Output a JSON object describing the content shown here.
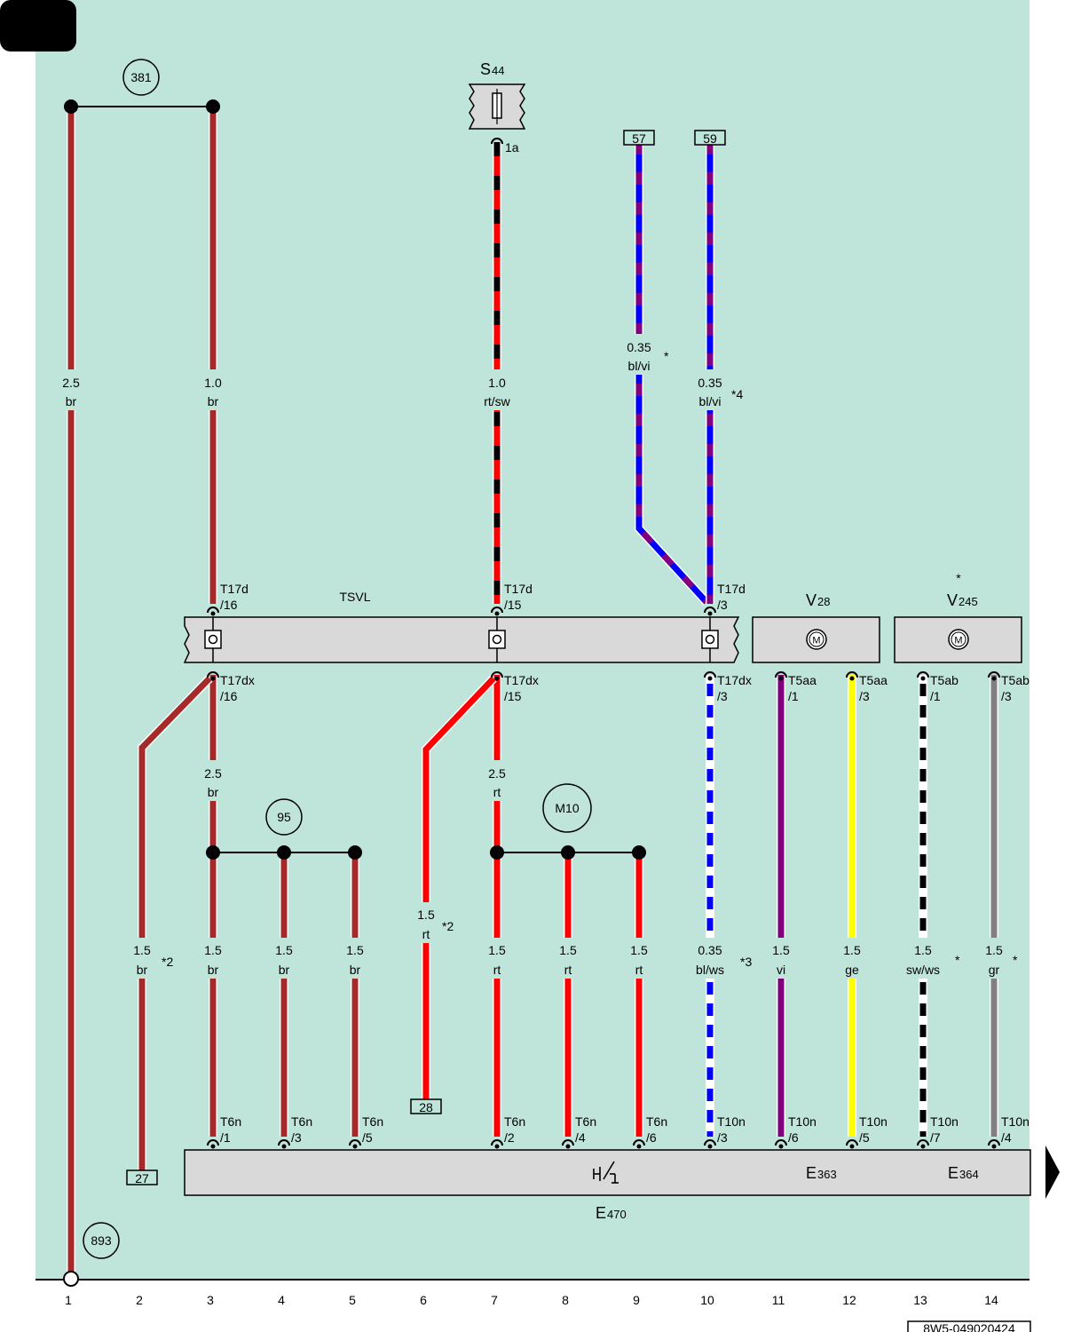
{
  "doc_id": "8W5-049020424",
  "column_numbers": [
    "1",
    "2",
    "3",
    "4",
    "5",
    "6",
    "7",
    "8",
    "9",
    "10",
    "11",
    "12",
    "13",
    "14"
  ],
  "connection_refs": {
    "c381": "381",
    "c95": "95",
    "m10": "M10",
    "c893": "893"
  },
  "components": {
    "s44": {
      "main": "S",
      "sub": "44"
    },
    "tsvl": "TSVL",
    "v28": {
      "main": "V",
      "sub": "28",
      "star": ""
    },
    "v245": {
      "main": "V",
      "sub": "245",
      "star": "*"
    },
    "e363": {
      "main": "E",
      "sub": "363"
    },
    "e364": {
      "main": "E",
      "sub": "364"
    },
    "e470": {
      "main": "E",
      "sub": "470"
    }
  },
  "pin_labels": {
    "s44_1a": "1a",
    "t17d_16": [
      "T17d",
      "/16"
    ],
    "t17d_15": [
      "T17d",
      "/15"
    ],
    "t17d_3": [
      "T17d",
      "/3"
    ],
    "t17dx_16": [
      "T17dx",
      "/16"
    ],
    "t17dx_15": [
      "T17dx",
      "/15"
    ],
    "t17dx_3": [
      "T17dx",
      "/3"
    ],
    "t5aa_1": [
      "T5aa",
      "/1"
    ],
    "t5aa_3": [
      "T5aa",
      "/3"
    ],
    "t5ab_1": [
      "T5ab",
      "/1"
    ],
    "t5ab_3": [
      "T5ab",
      "/3"
    ],
    "t6n_1": [
      "T6n",
      "/1"
    ],
    "t6n_3": [
      "T6n",
      "/3"
    ],
    "t6n_5": [
      "T6n",
      "/5"
    ],
    "t6n_2": [
      "T6n",
      "/2"
    ],
    "t6n_4": [
      "T6n",
      "/4"
    ],
    "t6n_6": [
      "T6n",
      "/6"
    ],
    "t10n_3": [
      "T10n",
      "/3"
    ],
    "t10n_6": [
      "T10n",
      "/6"
    ],
    "t10n_5": [
      "T10n",
      "/5"
    ],
    "t10n_7": [
      "T10n",
      "/7"
    ],
    "t10n_4": [
      "T10n",
      "/4"
    ]
  },
  "ref_boxes": {
    "b57": "57",
    "b59": "59",
    "b27": "27",
    "b28": "28"
  },
  "wire_labels": {
    "w1": [
      "2.5",
      "br"
    ],
    "w3top": [
      "1.0",
      "br"
    ],
    "w7top": [
      "1.0",
      "rt/sw"
    ],
    "w57": [
      "0.35",
      "bl/vi"
    ],
    "w59": [
      "0.35",
      "bl/vi"
    ],
    "w3mid": [
      "2.5",
      "br"
    ],
    "w7mid": [
      "2.5",
      "rt"
    ],
    "w2": [
      "1.5",
      "br"
    ],
    "w3low": [
      "1.5",
      "br"
    ],
    "w4": [
      "1.5",
      "br"
    ],
    "w5": [
      "1.5",
      "br"
    ],
    "w6": [
      "1.5",
      "rt"
    ],
    "w7low": [
      "1.5",
      "rt"
    ],
    "w8": [
      "1.5",
      "rt"
    ],
    "w9": [
      "1.5",
      "rt"
    ],
    "w10": [
      "0.35",
      "bl/ws"
    ],
    "w11": [
      "1.5",
      "vi"
    ],
    "w12": [
      "1.5",
      "ge"
    ],
    "w13": [
      "1.5",
      "sw/ws"
    ],
    "w14": [
      "1.5",
      "gr"
    ]
  },
  "footnotes": {
    "f57": "*",
    "f59": "*4",
    "f2": "*2",
    "f6": "*2",
    "f10": "*3",
    "f13": "*",
    "f14": "*"
  },
  "motor_symbol": "M",
  "colors": {
    "background": "#bfe4d9",
    "br": "#a52a2a",
    "rt": "#ff0000",
    "sw": "#000000",
    "bl": "#0000ff",
    "vi": "#800080",
    "ws": "#ffffff",
    "ge": "#ffff00",
    "gr": "#808080",
    "box": "#d9d9d9"
  }
}
